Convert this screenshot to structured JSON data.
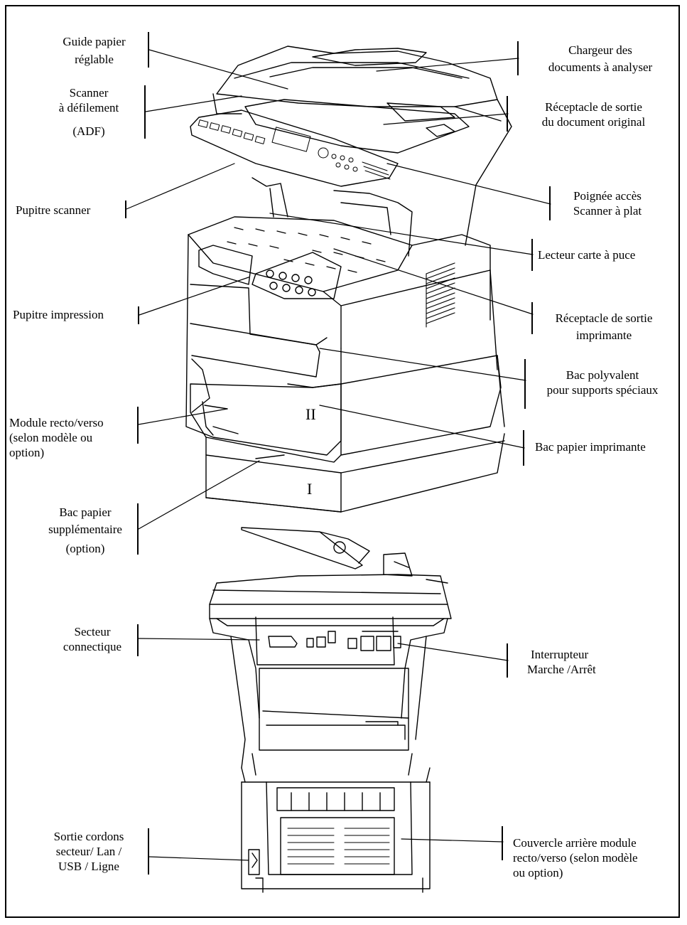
{
  "labels": {
    "guide_papier": [
      "Guide papier",
      "réglable"
    ],
    "scanner_defilement": [
      "Scanner",
      "à défilement",
      "(ADF)"
    ],
    "pupitre_scanner": [
      "Pupitre scanner"
    ],
    "pupitre_impression": [
      "Pupitre impression"
    ],
    "module_recto_verso": [
      "Module recto/verso",
      "(selon modèle ou",
      "option)"
    ],
    "bac_supplementaire": [
      "Bac papier",
      "supplémentaire",
      "(option)"
    ],
    "chargeur_documents": [
      "Chargeur des",
      "documents à analyser"
    ],
    "receptacle_original": [
      "Réceptacle de sortie",
      "du document original"
    ],
    "poignee_scanner": [
      "Poignée accès",
      "Scanner à plat"
    ],
    "lecteur_carte": [
      "Lecteur carte à puce"
    ],
    "receptacle_imprimante": [
      "Réceptacle de sortie",
      "imprimante"
    ],
    "bac_polyvalent": [
      "Bac polyvalent",
      "pour supports spéciaux"
    ],
    "bac_papier_imprimante": [
      "Bac papier imprimante"
    ],
    "secteur_connectique": [
      "Secteur",
      "connectique"
    ],
    "interrupteur": [
      "Interrupteur",
      "Marche /Arrêt"
    ],
    "sortie_cordons": [
      "Sortie cordons",
      "secteur/ Lan /",
      "USB / Ligne"
    ],
    "couvercle_arriere": [
      "Couvercle arrière module",
      "recto/verso (selon modèle",
      "ou option)"
    ]
  },
  "tray_marks": [
    "II",
    "I"
  ]
}
